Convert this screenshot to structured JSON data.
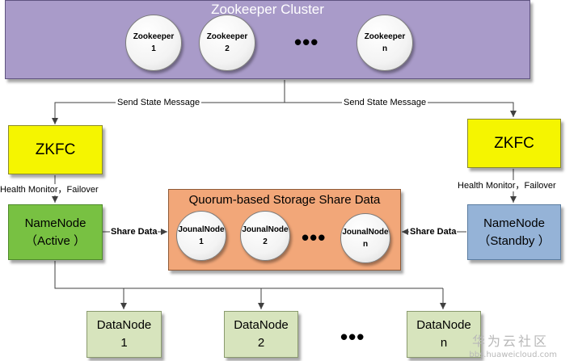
{
  "cluster": {
    "title": "Zookeeper Cluster",
    "nodes": [
      {
        "line1": "Zookeeper",
        "line2": "1"
      },
      {
        "line1": "Zookeeper",
        "line2": "2"
      },
      {
        "line1": "Zookeeper",
        "line2": "n"
      }
    ],
    "ellipsis": "•••"
  },
  "edges": {
    "send_state_left": "Send State Message",
    "send_state_right": "Send State Message",
    "health_left": "Health Monitor，Failover",
    "health_right": "Health Monitor，Failover",
    "share_left": "Share Data",
    "share_right": "Share Data"
  },
  "zkfc": {
    "left": "ZKFC",
    "right": "ZKFC"
  },
  "namenodes": {
    "active": {
      "line1": "NameNode",
      "line2": "（Active ）"
    },
    "standby": {
      "line1": "NameNode",
      "line2": "（Standby ）"
    }
  },
  "storage": {
    "title": "Quorum-based Storage Share Data",
    "nodes": [
      {
        "line1": "JounalNode",
        "line2": "1"
      },
      {
        "line1": "JounalNode",
        "line2": "2"
      },
      {
        "line1": "JounalNode",
        "line2": "n"
      }
    ],
    "ellipsis": "•••"
  },
  "datanodes": {
    "items": [
      {
        "line1": "DataNode",
        "line2": "1"
      },
      {
        "line1": "DataNode",
        "line2": "2"
      },
      {
        "line1": "DataNode",
        "line2": "n"
      }
    ],
    "ellipsis": "•••"
  },
  "watermark": {
    "main": "华为云社区",
    "sub": "bbs.huaweicloud.com"
  },
  "colors": {
    "cluster": "#a99bc9",
    "zkfc": "#f5f500",
    "namenode_active": "#78c142",
    "namenode_standby": "#95b3d7",
    "storage": "#f2a779",
    "datanode": "#d7e4bd"
  }
}
